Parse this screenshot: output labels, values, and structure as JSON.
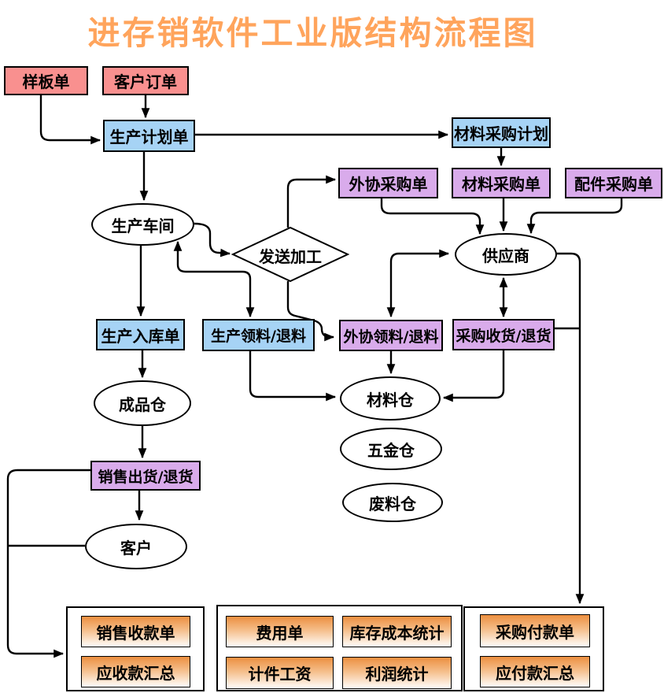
{
  "title": "进存销软件工业版结构流程图",
  "colors": {
    "title_orange": "#FFA45C",
    "pink_fill": "#F9908F",
    "blue_fill": "#A6D3F5",
    "purple_fill": "#D9ABEB",
    "report_gradient_top": "#EC8F40",
    "report_gradient_bottom": "#FEFBF8",
    "line": "#000000"
  },
  "nodes": {
    "sample_order": "样板单",
    "customer_order": "客户订单",
    "production_plan": "生产计划单",
    "material_purchase_plan": "材料采购计划",
    "outsource_po": "外协采购单",
    "material_po": "材料采购单",
    "parts_po": "配件采购单",
    "workshop": "生产车间",
    "send_processing": "发送加工",
    "supplier": "供应商",
    "production_receipt": "生产入库单",
    "production_material": "生产领料/退料",
    "outsource_material": "外协领料/退料",
    "purchase_receive": "采购收货/退货",
    "finished_warehouse": "成品仓",
    "material_warehouse": "材料仓",
    "hardware_warehouse": "五金仓",
    "scrap_warehouse": "废料仓",
    "sales_delivery": "销售出货/退货",
    "customer": "客户"
  },
  "reports": {
    "sales": [
      "销售收款单",
      "应收款汇总"
    ],
    "cost": [
      "费用单",
      "库存成本统计",
      "计件工资",
      "利润统计"
    ],
    "purchase": [
      "采购付款单",
      "应付款汇总"
    ]
  }
}
